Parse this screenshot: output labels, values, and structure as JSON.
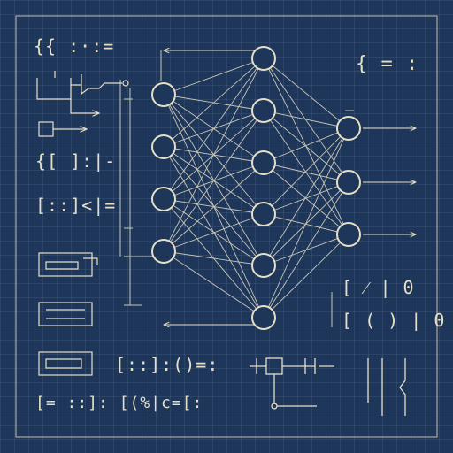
{
  "colors": {
    "background": "#1d3659",
    "ink": "#e6dfc8",
    "grid": "#2d4a70"
  },
  "network": {
    "layers": [
      4,
      6,
      3
    ],
    "fully_connected": true
  },
  "glyph_rows": {
    "row_01": "{{ :·:=",
    "row_02": "{[ ]:|-",
    "row_03": "[::]<|=",
    "row_04": "[::]:()=:",
    "row_05": "[= ::]: [(%|c=[:",
    "row_06": "{ = :",
    "row_07": "[ ⁄ | 0",
    "row_08": "[ ( ) | 0"
  }
}
